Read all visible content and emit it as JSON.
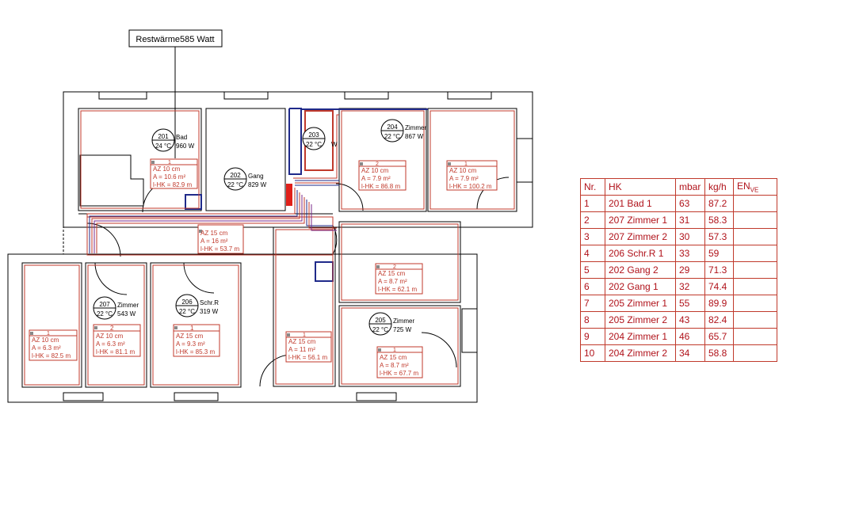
{
  "header": {
    "restwaerme": "Restwärme585 Watt"
  },
  "rooms": [
    {
      "nr": "201",
      "temp": "24 °C",
      "name": "Bad",
      "watt": "960 W"
    },
    {
      "nr": "202",
      "temp": "22 °C",
      "name": "Gang",
      "watt": "829 W"
    },
    {
      "nr": "203",
      "temp": "22 °C",
      "name": "",
      "watt": "W"
    },
    {
      "nr": "204",
      "temp": "22 °C",
      "name": "Zimmer",
      "watt": "867 W"
    },
    {
      "nr": "205",
      "temp": "22 °C",
      "name": "Zimmer",
      "watt": "725 W"
    },
    {
      "nr": "206",
      "temp": "22 °C",
      "name": "Schr.R",
      "watt": "319 W"
    },
    {
      "nr": "207",
      "temp": "22 °C",
      "name": "Zimmer",
      "watt": "543 W"
    }
  ],
  "circuits": [
    {
      "n": "1",
      "az": "AZ 10 cm",
      "a": "A = 10.6 m²",
      "l": "l-HK = 82.9 m"
    },
    {
      "n": "2",
      "az": "AZ 10 cm",
      "a": "A = 7.9 m²",
      "l": "l-HK = 86.8 m"
    },
    {
      "n": "1",
      "az": "AZ 10 cm",
      "a": "A = 7.9 m²",
      "l": "l-HK = 100.2 m"
    },
    {
      "n": "",
      "az": "AZ 15 cm",
      "a": "A = 16 m²",
      "l": "l-HK = 53.7 m"
    },
    {
      "n": "2",
      "az": "AZ 15 cm",
      "a": "A = 8.7 m²",
      "l": "l-HK = 62.1 m"
    },
    {
      "n": "1",
      "az": "AZ 10 cm",
      "a": "A = 6.3 m²",
      "l": "l-HK = 82.5 m"
    },
    {
      "n": "2",
      "az": "AZ 10 cm",
      "a": "A = 6.3 m²",
      "l": "l-HK = 81.1 m"
    },
    {
      "n": "1",
      "az": "AZ 15 cm",
      "a": "A = 9.3 m²",
      "l": "l-HK = 85.3 m"
    },
    {
      "n": "1",
      "az": "AZ 15 cm",
      "a": "A = 11 m²",
      "l": "l-HK = 56.1 m"
    },
    {
      "n": "1",
      "az": "AZ 15 cm",
      "a": "A = 8.7 m²",
      "l": "l-HK = 67.7 m"
    }
  ],
  "table": {
    "headers": {
      "nr": "Nr.",
      "hk": "HK",
      "mbar": "mbar",
      "kgh": "kg/h",
      "env": "EN",
      "env_sub": "VE"
    },
    "rows": [
      {
        "nr": "1",
        "hk": "201  Bad 1",
        "mbar": "63",
        "kgh": "87.2",
        "env": ""
      },
      {
        "nr": "2",
        "hk": "207  Zimmer 1",
        "mbar": "31",
        "kgh": "58.3",
        "env": ""
      },
      {
        "nr": "3",
        "hk": "207  Zimmer 2",
        "mbar": "30",
        "kgh": "57.3",
        "env": ""
      },
      {
        "nr": "4",
        "hk": "206  Schr.R 1",
        "mbar": "33",
        "kgh": "59",
        "env": ""
      },
      {
        "nr": "5",
        "hk": "202  Gang 2",
        "mbar": "29",
        "kgh": "71.3",
        "env": ""
      },
      {
        "nr": "6",
        "hk": "202  Gang 1",
        "mbar": "32",
        "kgh": "74.4",
        "env": ""
      },
      {
        "nr": "7",
        "hk": "205  Zimmer 1",
        "mbar": "55",
        "kgh": "89.9",
        "env": ""
      },
      {
        "nr": "8",
        "hk": "205  Zimmer 2",
        "mbar": "43",
        "kgh": "82.4",
        "env": ""
      },
      {
        "nr": "9",
        "hk": "204  Zimmer 1",
        "mbar": "46",
        "kgh": "65.7",
        "env": ""
      },
      {
        "nr": "10",
        "hk": "204  Zimmer 2",
        "mbar": "34",
        "kgh": "58.8",
        "env": ""
      }
    ]
  },
  "colors": {
    "wall": "#000000",
    "circuit": "#c0392b",
    "pipe_blue": "#1f2a8a",
    "manifold": "#e0201a"
  }
}
